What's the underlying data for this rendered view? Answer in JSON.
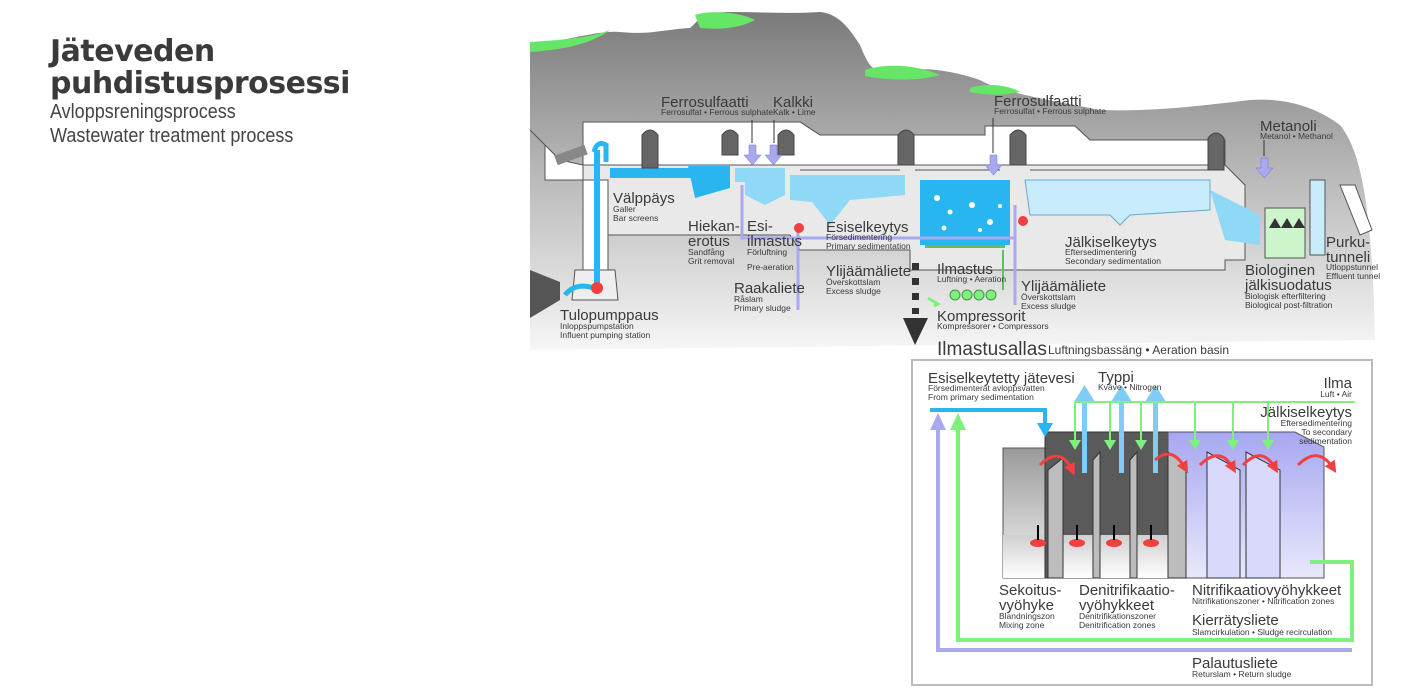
{
  "title": {
    "fi_line1": "Jäteveden",
    "fi_line2": "puhdistusprosessi",
    "sv": "Avloppsreningsprocess",
    "en": "Wastewater treatment process"
  },
  "colors": {
    "water": "#29b6f0",
    "water_light": "#8fd8f6",
    "chemical": "#a9a9f0",
    "air": "#7ef07e",
    "pump": "#f04040",
    "rock": "#8a8a8a",
    "grass": "#66e666"
  },
  "process": {
    "chemicals": [
      {
        "name": "Ferrosulfaatti",
        "sub": "Ferrosulfat • Ferrous sulphate"
      },
      {
        "name": "Kalkki",
        "sub": "Kalk • Lime"
      },
      {
        "name": "Ferrosulfaatti",
        "sub": "Ferrosulfat • Ferrous sulphate"
      },
      {
        "name": "Metanoli",
        "sub": "Metanol • Methanol"
      }
    ],
    "stages": {
      "valppays": {
        "name": "Välppäys",
        "sv": "Galler",
        "en": "Bar screens"
      },
      "hiekanerotus": {
        "name1": "Hiekan-",
        "name2": "erotus",
        "sv": "Sandfång",
        "en": "Grit removal"
      },
      "esiilmastus": {
        "name1": "Esi-",
        "name2": "ilmastus",
        "sv": "Förluftning",
        "en": "Pre-aeration"
      },
      "esiselkeytys": {
        "name": "Esiselkeytys",
        "sv": "Försedimentering",
        "en": "Primary sedimentation"
      },
      "raakaliete": {
        "name": "Raakaliete",
        "sv": "Råslam",
        "en": "Primary sludge"
      },
      "ylijaamaliete1": {
        "name": "Ylijäämäliete",
        "sv": "Överskottslam",
        "en": "Excess sludge"
      },
      "ilmastus": {
        "name": "Ilmastus",
        "sub": "Luftning • Aeration"
      },
      "ylijaamaliete2": {
        "name": "Ylijäämäliete",
        "sv": "Överskottslam",
        "en": "Excess sludge"
      },
      "kompressorit": {
        "name": "Kompressorit",
        "sub": "Kompressorer • Compressors"
      },
      "jalkiselkeytys": {
        "name": "Jälkiselkeytys",
        "sv": "Eftersedimentering",
        "en": "Secondary sedimentation"
      },
      "biologinen": {
        "name1": "Biologinen",
        "name2": "jälkisuodatus",
        "sv": "Biologisk efterfiltering",
        "en": "Biological post-filtration"
      },
      "purkutunneli": {
        "name1": "Purku-",
        "name2": "tunneli",
        "sv": "Utloppstunnel",
        "en": "Effluent tunnel"
      },
      "tulopumppaus": {
        "name": "Tulopumppaus",
        "sv": "Inloppspumpstation",
        "en": "Influent pumping station"
      }
    }
  },
  "basin": {
    "title": "Ilmastusallas",
    "subtitle": "Luftningsbassäng • Aeration basin",
    "inflow": {
      "name": "Esiselkeytetty jätevesi",
      "sv": "Försedimenterat avloppsvatten",
      "en": "From primary sedimentation"
    },
    "nitrogen": {
      "name": "Typpi",
      "sub": "Kväve • Nitrogen"
    },
    "air": {
      "name": "Ilma",
      "sub": "Luft • Air"
    },
    "outflow": {
      "name": "Jälkiselkeytys",
      "sv": "Eftersedimentering",
      "en1": "To secondary",
      "en2": "sedimentation"
    },
    "zones": {
      "mixing": {
        "name1": "Sekoitus-",
        "name2": "vyöhyke",
        "sv": "Blandningszon",
        "en": "Mixing zone"
      },
      "denitrification": {
        "name1": "Denitrifikaatio-",
        "name2": "vyöhykkeet",
        "sv": "Denitrifikationszoner",
        "en": "Denitrification zones"
      },
      "nitrification": {
        "name": "Nitrifikaatiovyöhykkeet",
        "sub": "Nitrifikationszoner • Nitrification zones"
      }
    },
    "recirculation": {
      "name": "Kierrätysliete",
      "sub": "Slamcirkulation • Sludge recirculation"
    },
    "return": {
      "name": "Palautusliete",
      "sub": "Returslam • Return sludge"
    }
  }
}
